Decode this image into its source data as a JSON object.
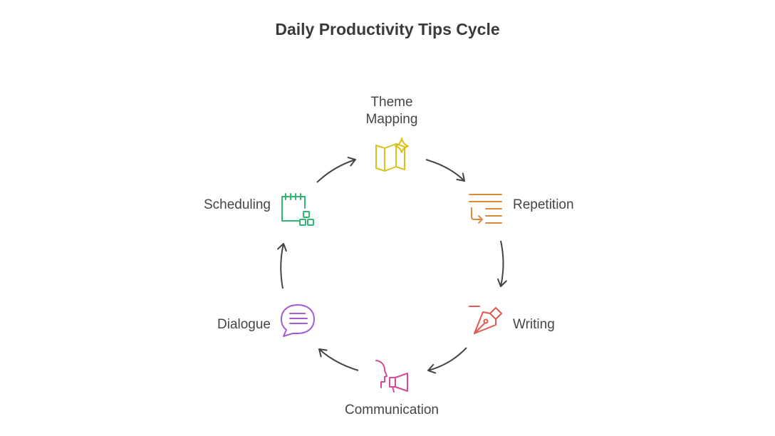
{
  "title": "Daily Productivity Tips Cycle",
  "colors": {
    "text": "#454545",
    "arrow": "#444444",
    "theme_mapping": "#d9c21a",
    "repetition": "#dd8a3a",
    "writing": "#e05a4e",
    "communication": "#d6499a",
    "dialogue": "#a35bd6",
    "scheduling": "#2fb870"
  },
  "nodes": [
    {
      "id": "theme-mapping",
      "label_lines": [
        "Theme",
        "Mapping"
      ],
      "icon": "map-sparkle-icon"
    },
    {
      "id": "repetition",
      "label_lines": [
        "Repetition"
      ],
      "icon": "repeat-list-icon"
    },
    {
      "id": "writing",
      "label_lines": [
        "Writing"
      ],
      "icon": "pen-nib-icon"
    },
    {
      "id": "communication",
      "label_lines": [
        "Communication"
      ],
      "icon": "megaphone-head-icon"
    },
    {
      "id": "dialogue",
      "label_lines": [
        "Dialogue"
      ],
      "icon": "speech-bubble-icon"
    },
    {
      "id": "scheduling",
      "label_lines": [
        "Scheduling"
      ],
      "icon": "calendar-blocks-icon"
    }
  ]
}
